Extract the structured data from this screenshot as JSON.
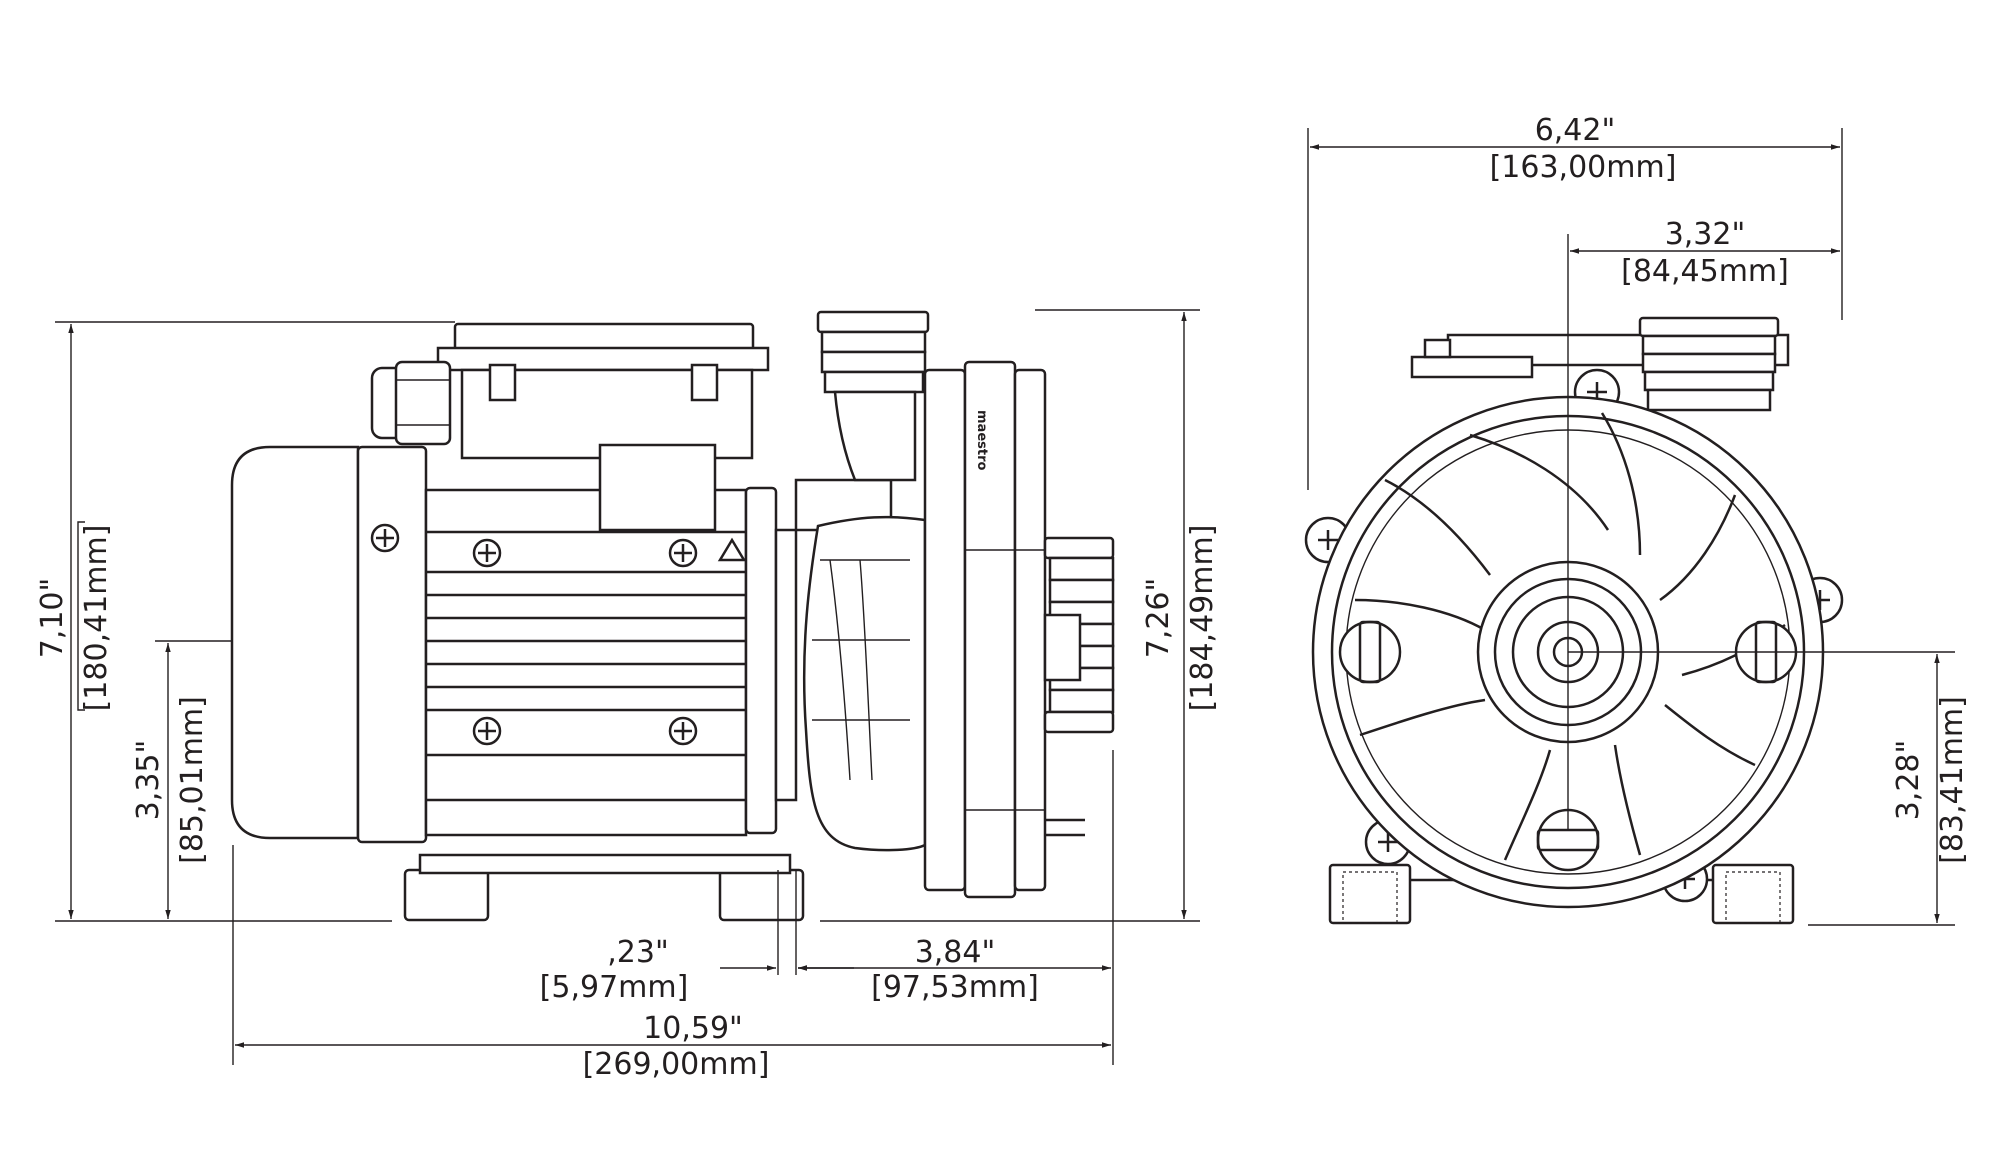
{
  "dimensions": {
    "side_view": {
      "total_height": {
        "inch": "7,10\"",
        "mm": "180,41mm"
      },
      "shaft_height": {
        "inch": "3,35\"",
        "mm": "85,01mm"
      },
      "outlet_height": {
        "inch": "7,26\"",
        "mm": "184,49mm"
      },
      "flange_offset": {
        "inch": ",23\"",
        "mm": "5,97mm"
      },
      "suction_length": {
        "inch": "3,84\"",
        "mm": "97,53mm"
      },
      "total_length": {
        "inch": "10,59\"",
        "mm": "269,00mm"
      }
    },
    "front_view": {
      "total_width": {
        "inch": "6,42\"",
        "mm": "163,00mm"
      },
      "center_to_outlet": {
        "inch": "3,32\"",
        "mm": "84,45mm"
      },
      "center_height": {
        "inch": "3,28\"",
        "mm": "83,41mm"
      }
    }
  },
  "brand_logo": "maestro"
}
